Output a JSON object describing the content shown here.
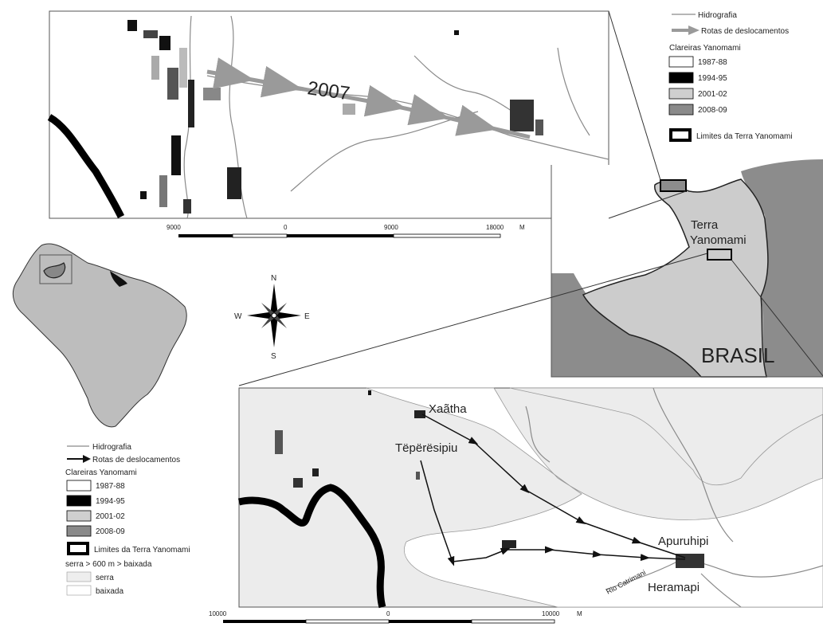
{
  "top_panel": {
    "year_label": "2007",
    "scale": {
      "ticks": [
        "9000",
        "0",
        "9000",
        "18000"
      ],
      "unit": "M"
    }
  },
  "top_legend": {
    "hidrografia": "Hidrografia",
    "rotas": "Rotas de deslocamentos",
    "clareiras_title": "Clareiras Yanomami",
    "periods": [
      {
        "label": "1987-88",
        "color": "#ffffff"
      },
      {
        "label": "1994-95",
        "color": "#000000"
      },
      {
        "label": "2001-02",
        "color": "#cfcfcf"
      },
      {
        "label": "2008-09",
        "color": "#8a8a8a"
      }
    ],
    "limites": "Limites da Terra Yanomami"
  },
  "overview": {
    "terra_line1": "Terra",
    "terra_line2": "Yanomami",
    "country": "BRASIL"
  },
  "compass": {
    "n": "N",
    "s": "S",
    "e": "E",
    "w": "W"
  },
  "bottom_legend": {
    "hidrografia": "Hidrografia",
    "rotas": "Rotas de deslocamentos",
    "clareiras_title": "Clareiras Yanomami",
    "periods": [
      {
        "label": "1987-88",
        "color": "#ffffff"
      },
      {
        "label": "1994-95",
        "color": "#000000"
      },
      {
        "label": "2001-02",
        "color": "#cfcfcf"
      },
      {
        "label": "2008-09",
        "color": "#8a8a8a"
      }
    ],
    "limites": "Limites da Terra Yanomami",
    "relief_title": "serra > 600 m > baixada",
    "serra": "serra",
    "baixada": "baixada"
  },
  "bottom_panel": {
    "places": {
      "xaatha": "Xaãtha",
      "teperesipiu": "Tëpërësipiu",
      "apuruhipi": "Apuruhipi",
      "heramapi": "Heramapi",
      "river": "Rio Catrimani"
    },
    "scale": {
      "ticks": [
        "10000",
        "0",
        "10000"
      ],
      "unit": "M"
    }
  },
  "colors": {
    "territory": "#cccccc",
    "outside": "#8c8c8c",
    "route_top": "#9a9a9a",
    "route_bottom": "#111111",
    "rivers": "#8a8a8a"
  }
}
